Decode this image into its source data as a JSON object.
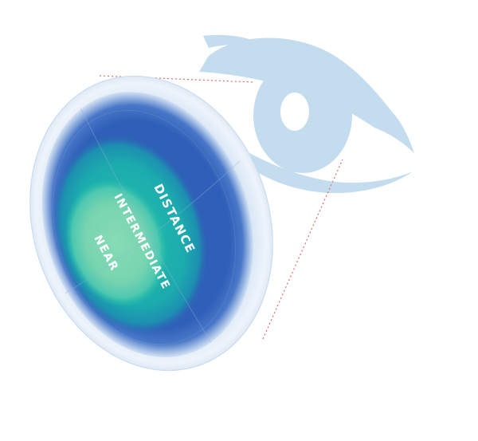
{
  "zones": {
    "distance": "DISTANCE",
    "intermediate": "INTERMEDIATE",
    "near": "NEAR"
  },
  "colors": {
    "eye": "#c3dcee",
    "eye_outline": "#a9cbe6",
    "lens_rim": "#e8f1fa",
    "distance_zone": "#2f5fb8",
    "intermediate_zone": "#1fb0b0",
    "near_zone": "#7fd8b2",
    "projection_lines": "#e06b6b",
    "zone_grid": "#8fb2e0"
  },
  "icons": {
    "eye": "eye-icon",
    "lens": "contact-lens-icon"
  }
}
